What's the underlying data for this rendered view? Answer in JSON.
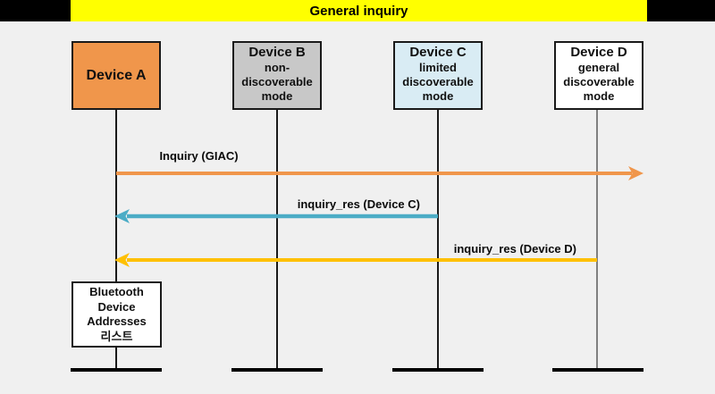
{
  "title": {
    "text": "General inquiry"
  },
  "devices": [
    {
      "name": "Device A"
    },
    {
      "name": "Device B",
      "mode": "non-discoverable mode"
    },
    {
      "name": "Device C",
      "mode": "limited discoverable mode"
    },
    {
      "name": "Device D",
      "mode": "general discoverable mode"
    }
  ],
  "messages": [
    {
      "label": "Inquiry (GIAC)",
      "from": "Device A",
      "direction": "right",
      "color": "#F0964B"
    },
    {
      "label": "inquiry_res (Device C)",
      "from": "Device C",
      "to": "Device A",
      "direction": "left",
      "color": "#4BACC6"
    },
    {
      "label": "inquiry_res (Device D)",
      "from": "Device D",
      "to": "Device A",
      "direction": "left",
      "color": "#FFC000"
    }
  ],
  "result_box": {
    "lines": [
      "Bluetooth",
      "Device",
      "Addresses",
      "리스트"
    ]
  },
  "colors": {
    "title_bg": "#FFFF00",
    "title_text": "#000000",
    "band_bg": "#000000",
    "background": "#F0F0F0",
    "device_a_fill": "#F0964B",
    "device_b_fill": "#C8C8C8",
    "device_c_fill": "#D9ECF4",
    "device_d_fill": "#FFFFFF",
    "lifeline": "#1A1A1A",
    "lifeline_d": "#808080",
    "frame": "#000000"
  }
}
